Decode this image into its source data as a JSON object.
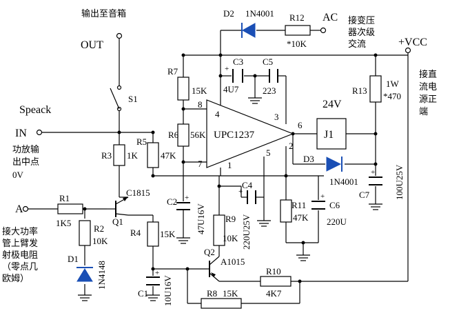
{
  "labels": {
    "output_to_speaker": "输出至音箱",
    "out": "OUT",
    "s1": "S1",
    "speack": "Speack",
    "in": "IN",
    "amp_mid": [
      "功放输",
      "出中点",
      "0V"
    ],
    "a": "A",
    "connect_power_tube": [
      "接大功率",
      "管上臂发",
      "射极电阻",
      "（零点几",
      "欧姆）"
    ],
    "d2": "D2",
    "d2_part": "1N4001",
    "r12": "R12",
    "r12_val": "*10K",
    "ac": "AC",
    "transformer": [
      "接变压",
      "器次级",
      "交流"
    ],
    "vcc": "+VCC",
    "dc_positive": [
      "接直",
      "流电",
      "源正",
      "端"
    ],
    "r7": "R7",
    "r7_val": "15K",
    "c3": "C3",
    "c3_val": "4U7",
    "c5": "C5",
    "c5_val": "223",
    "r13": "R13",
    "r13_val": [
      "1W",
      "*470"
    ],
    "v24": "24V",
    "pin8": "8",
    "pin4": "4",
    "pin3": "3",
    "pin6": "6",
    "pin2": "2",
    "pin7": "7",
    "pin1": "1",
    "pin5": "5",
    "r6": "R6",
    "r6_val": "56K",
    "ic_name": "UPC1237",
    "j1": "J1",
    "d3": "D3",
    "d3_part": "1N4001",
    "c7": "C7",
    "c7_val": "100U25V",
    "r3": "R3",
    "r3_val": "1K",
    "r5": "R5",
    "r5_val": "47K",
    "c1815": "C1815",
    "q1": "Q1",
    "r1": "R1",
    "r1_val": "1K5",
    "r2": "R2",
    "r2_val": "10K",
    "d1": "D1",
    "d1_part": "1N4148",
    "r4": "R4",
    "r4_val": "15K",
    "c2": "C2",
    "c2_val": "47U16V",
    "c4": "C4",
    "c4_val": "220U25V",
    "r9": "R9",
    "r9_val": "10K",
    "r11": "R11",
    "r11_val": "47K",
    "c6": "C6",
    "c6_val": "220U",
    "q2": "Q2",
    "a1015": "A1015",
    "c1": "C1",
    "c1_val": "10U16V",
    "r10": "R10",
    "r10_val": "4K7",
    "r8": "R8",
    "r8_val": "15K"
  }
}
